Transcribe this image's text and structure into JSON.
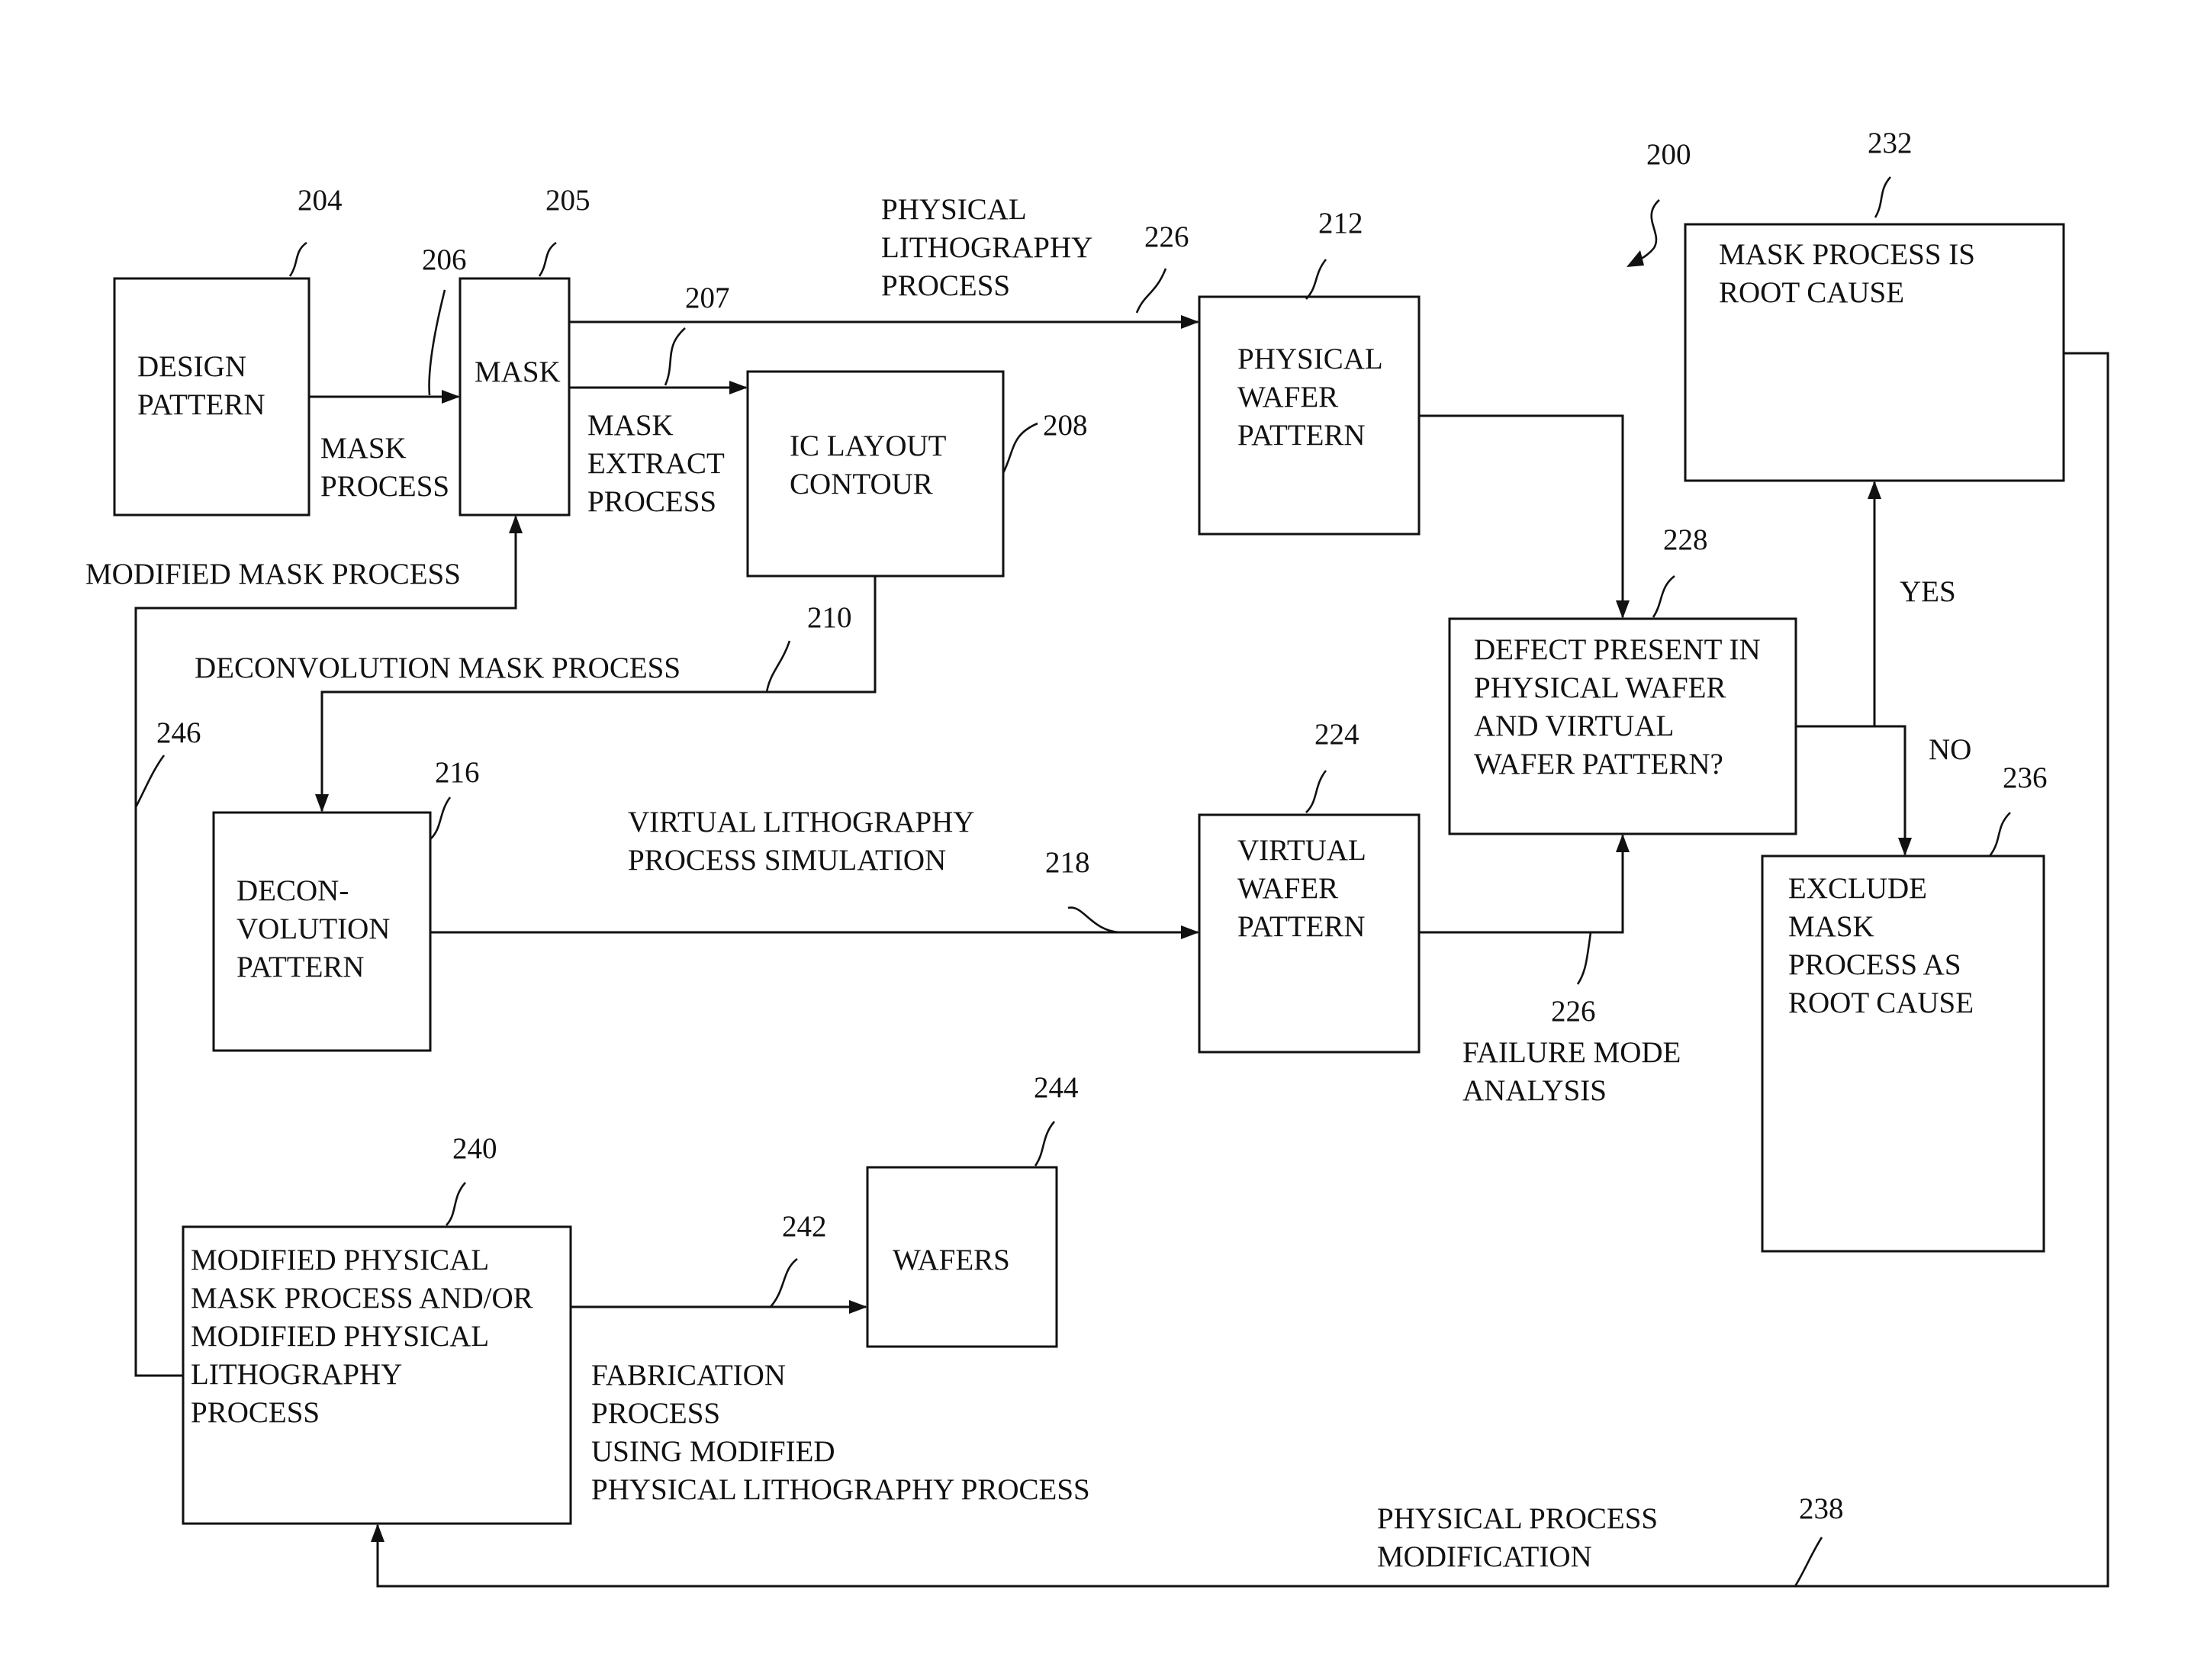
{
  "figure_number": "200",
  "boxes": {
    "design_pattern": {
      "ref": "204",
      "lines": [
        "DESIGN",
        "PATTERN"
      ]
    },
    "mask": {
      "ref": "205",
      "lines": [
        "MASK"
      ]
    },
    "ic_layout_contour": {
      "ref": "208",
      "lines": [
        "IC LAYOUT",
        "CONTOUR"
      ]
    },
    "physical_wafer_pattern": {
      "ref": "212",
      "lines": [
        "PHYSICAL",
        "WAFER",
        "PATTERN"
      ]
    },
    "deconvolution_pattern": {
      "ref": "216",
      "lines": [
        "DECON-",
        "VOLUTION",
        "PATTERN"
      ]
    },
    "virtual_wafer_pattern": {
      "ref": "224",
      "lines": [
        "VIRTUAL",
        "WAFER",
        "PATTERN"
      ]
    },
    "defect_decision": {
      "ref": "228",
      "lines": [
        "DEFECT PRESENT IN",
        "PHYSICAL WAFER",
        "AND VIRTUAL",
        "WAFER PATTERN?"
      ]
    },
    "mask_root_cause": {
      "ref": "232",
      "lines": [
        "MASK PROCESS IS",
        "ROOT CAUSE"
      ]
    },
    "exclude_mask": {
      "ref": "236",
      "lines": [
        "EXCLUDE",
        "MASK",
        "PROCESS AS",
        "ROOT CAUSE"
      ]
    },
    "modified_process": {
      "ref": "240",
      "lines": [
        "MODIFIED PHYSICAL",
        "MASK PROCESS AND/OR",
        "MODIFIED PHYSICAL",
        "LITHOGRAPHY",
        "PROCESS"
      ]
    },
    "wafers": {
      "ref": "244",
      "lines": [
        "WAFERS"
      ]
    }
  },
  "connectors": {
    "mask_process": {
      "ref": "206",
      "lines": [
        "MASK",
        "PROCESS"
      ]
    },
    "mask_extract_process": {
      "ref": "207",
      "lines": [
        "MASK",
        "EXTRACT",
        "PROCESS"
      ]
    },
    "physical_lithography_process": {
      "ref": "226",
      "lines": [
        "PHYSICAL",
        "LITHOGRAPHY",
        "PROCESS"
      ]
    },
    "deconvolution_mask_process": {
      "ref": "210",
      "lines": [
        "DECONVOLUTION MASK PROCESS"
      ]
    },
    "virtual_lithography_simulation": {
      "ref": "218",
      "lines": [
        "VIRTUAL LITHOGRAPHY",
        "PROCESS SIMULATION"
      ]
    },
    "failure_mode_analysis": {
      "ref": "226",
      "lines": [
        "FAILURE  MODE",
        "ANALYSIS"
      ]
    },
    "yes_branch": {
      "lines": [
        "YES"
      ]
    },
    "no_branch": {
      "lines": [
        "NO"
      ]
    },
    "modified_mask_process": {
      "ref": "246",
      "lines": [
        "MODIFIED MASK PROCESS"
      ]
    },
    "fabrication_process": {
      "ref": "242",
      "lines": [
        "FABRICATION",
        "PROCESS",
        "USING MODIFIED",
        "PHYSICAL LITHOGRAPHY PROCESS"
      ]
    },
    "physical_process_modification": {
      "ref": "238",
      "lines": [
        "PHYSICAL PROCESS",
        "MODIFICATION"
      ]
    }
  }
}
